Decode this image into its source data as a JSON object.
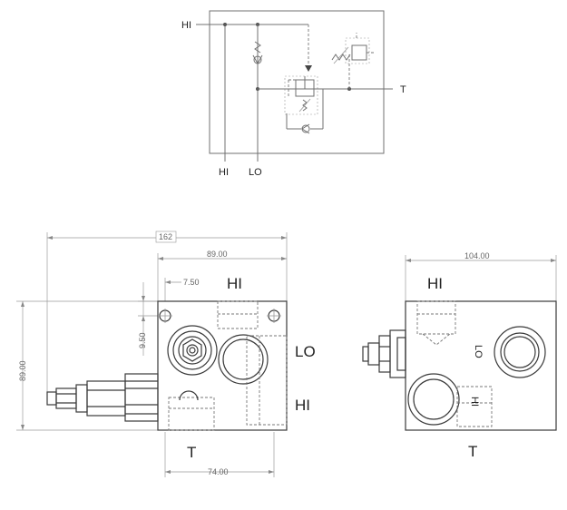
{
  "schematic": {
    "port_hi_top": "HI",
    "port_hi_bottom": "HI",
    "port_lo_bottom": "LO",
    "port_t": "T"
  },
  "front_view": {
    "port_hi_top": "HI",
    "port_lo": "LO",
    "port_hi_right": "HI",
    "port_t": "T",
    "dim_overall": "162",
    "dim_width": "89.00",
    "dim_hole_x": "7.50",
    "dim_hole_y": "9.50",
    "dim_height": "89.00",
    "dim_bottom": "74.00"
  },
  "side_view": {
    "port_hi": "HI",
    "port_t": "T",
    "port_lo_rotated": "LO",
    "port_hi_rotated": "HI",
    "dim_width": "104.00"
  }
}
